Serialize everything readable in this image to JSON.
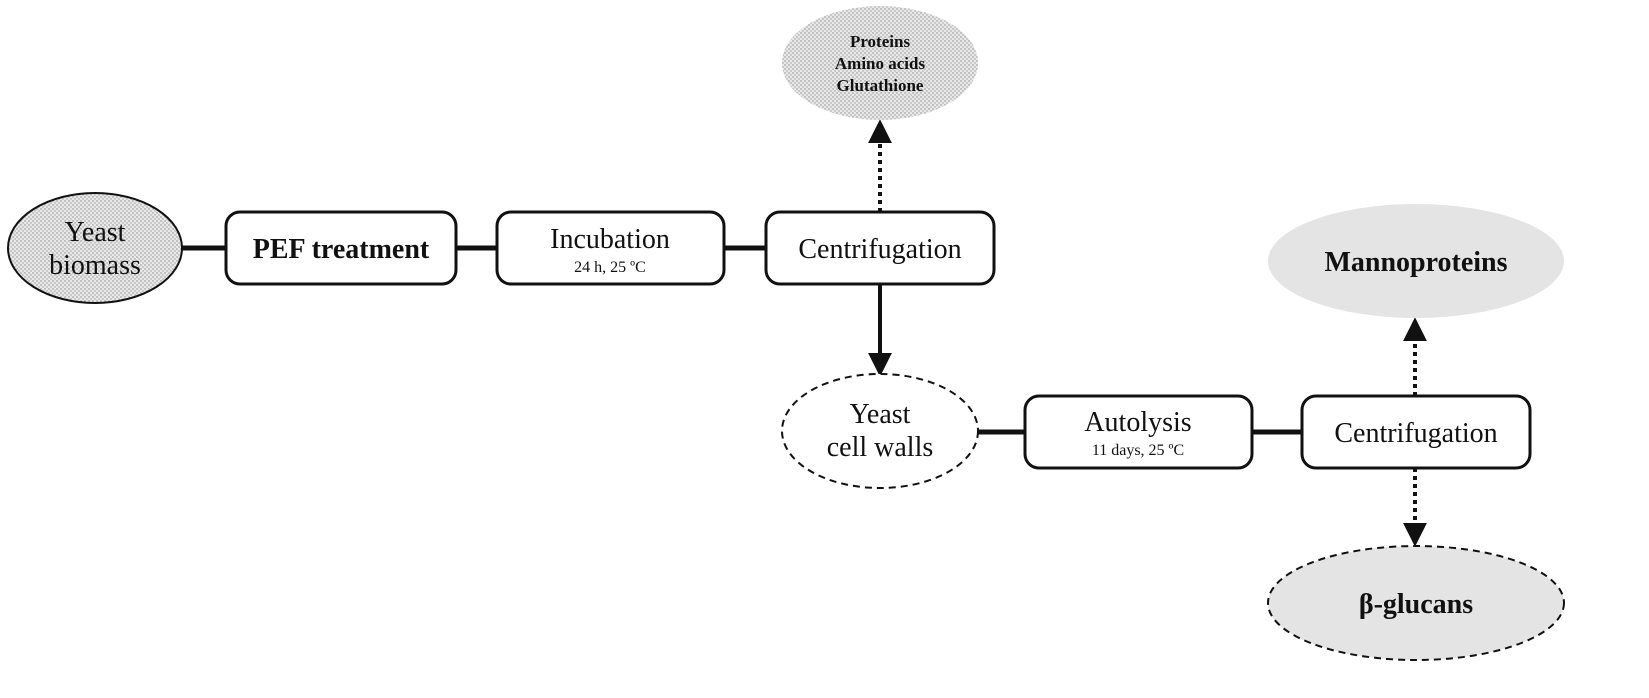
{
  "nodes": {
    "yeast_biomass": {
      "line1": "Yeast",
      "line2": "biomass"
    },
    "pef_treatment": {
      "label": "PEF treatment"
    },
    "incubation": {
      "label": "Incubation",
      "sub": "24 h, 25 ºC"
    },
    "centrifugation_1": {
      "label": "Centrifugation"
    },
    "soluble_products": {
      "line1": "Proteins",
      "line2": "Amino acids",
      "line3": "Glutathione"
    },
    "yeast_cell_walls": {
      "line1": "Yeast",
      "line2": "cell walls"
    },
    "autolysis": {
      "label": "Autolysis",
      "sub": "11 days, 25 ºC"
    },
    "centrifugation_2": {
      "label": "Centrifugation"
    },
    "mannoproteins": {
      "label": "Mannoproteins"
    },
    "beta_glucans": {
      "label": "β-glucans"
    }
  },
  "colors": {
    "stroke": "#111111",
    "stipple_fill": "#d6d6d6",
    "product_fill": "#e4e4e4",
    "box_fill": "#ffffff"
  }
}
